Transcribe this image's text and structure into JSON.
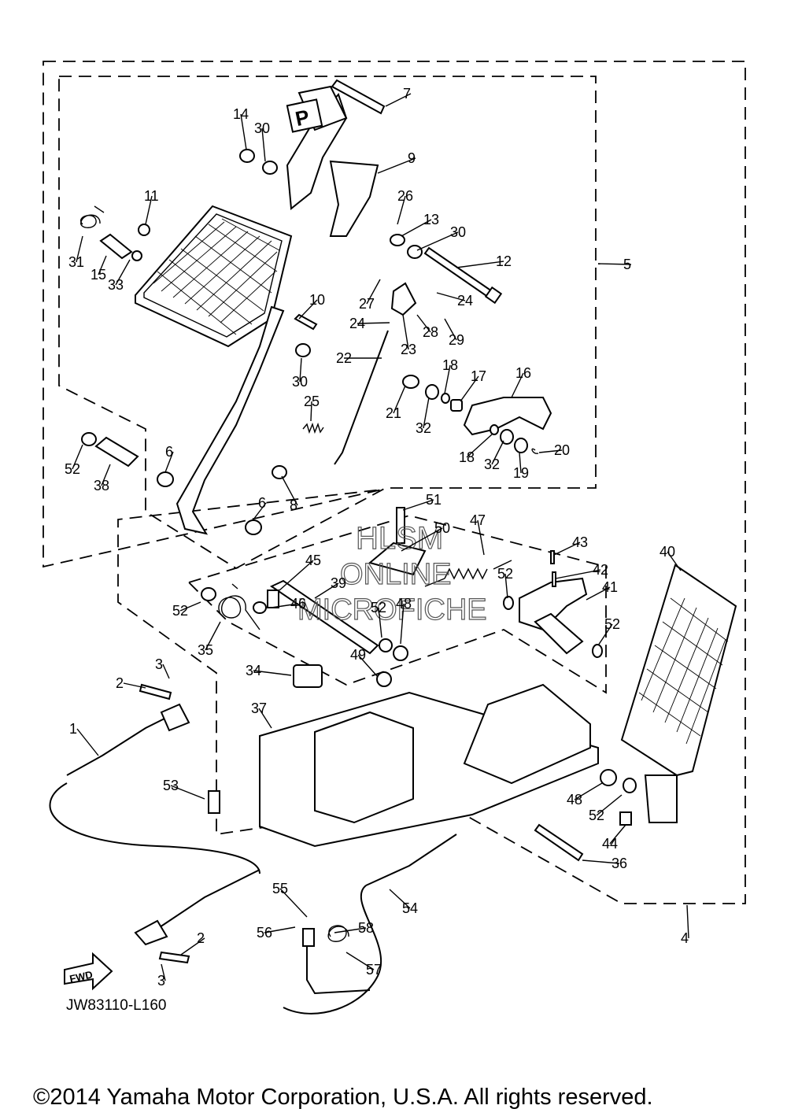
{
  "diagram": {
    "drawing_code": "JW83110-L160",
    "fwd_label": "FWD",
    "park_letter": "P",
    "watermark": [
      "HLSM",
      "ONLINE",
      "MICROFICHE"
    ],
    "copyright": "©2014 Yamaha Motor Corporation, U.S.A. All rights reserved.",
    "callouts": [
      {
        "num": "1"
      },
      {
        "num": "2"
      },
      {
        "num": "2"
      },
      {
        "num": "3"
      },
      {
        "num": "3"
      },
      {
        "num": "4"
      },
      {
        "num": "5"
      },
      {
        "num": "6"
      },
      {
        "num": "6"
      },
      {
        "num": "7"
      },
      {
        "num": "8"
      },
      {
        "num": "9"
      },
      {
        "num": "10"
      },
      {
        "num": "11"
      },
      {
        "num": "12"
      },
      {
        "num": "13"
      },
      {
        "num": "14"
      },
      {
        "num": "15"
      },
      {
        "num": "16"
      },
      {
        "num": "17"
      },
      {
        "num": "18"
      },
      {
        "num": "18"
      },
      {
        "num": "19"
      },
      {
        "num": "20"
      },
      {
        "num": "21"
      },
      {
        "num": "22"
      },
      {
        "num": "23"
      },
      {
        "num": "24"
      },
      {
        "num": "24"
      },
      {
        "num": "25"
      },
      {
        "num": "26"
      },
      {
        "num": "27"
      },
      {
        "num": "28"
      },
      {
        "num": "29"
      },
      {
        "num": "30"
      },
      {
        "num": "30"
      },
      {
        "num": "30"
      },
      {
        "num": "31"
      },
      {
        "num": "32"
      },
      {
        "num": "32"
      },
      {
        "num": "33"
      },
      {
        "num": "34"
      },
      {
        "num": "35"
      },
      {
        "num": "36"
      },
      {
        "num": "37"
      },
      {
        "num": "38"
      },
      {
        "num": "39"
      },
      {
        "num": "40"
      },
      {
        "num": "41"
      },
      {
        "num": "42"
      },
      {
        "num": "43"
      },
      {
        "num": "44"
      },
      {
        "num": "45"
      },
      {
        "num": "46"
      },
      {
        "num": "47"
      },
      {
        "num": "48"
      },
      {
        "num": "48"
      },
      {
        "num": "49"
      },
      {
        "num": "50"
      },
      {
        "num": "51"
      },
      {
        "num": "52"
      },
      {
        "num": "52"
      },
      {
        "num": "52"
      },
      {
        "num": "52"
      },
      {
        "num": "52"
      },
      {
        "num": "52"
      },
      {
        "num": "53"
      },
      {
        "num": "54"
      },
      {
        "num": "55"
      },
      {
        "num": "56"
      },
      {
        "num": "57"
      },
      {
        "num": "58"
      }
    ]
  }
}
